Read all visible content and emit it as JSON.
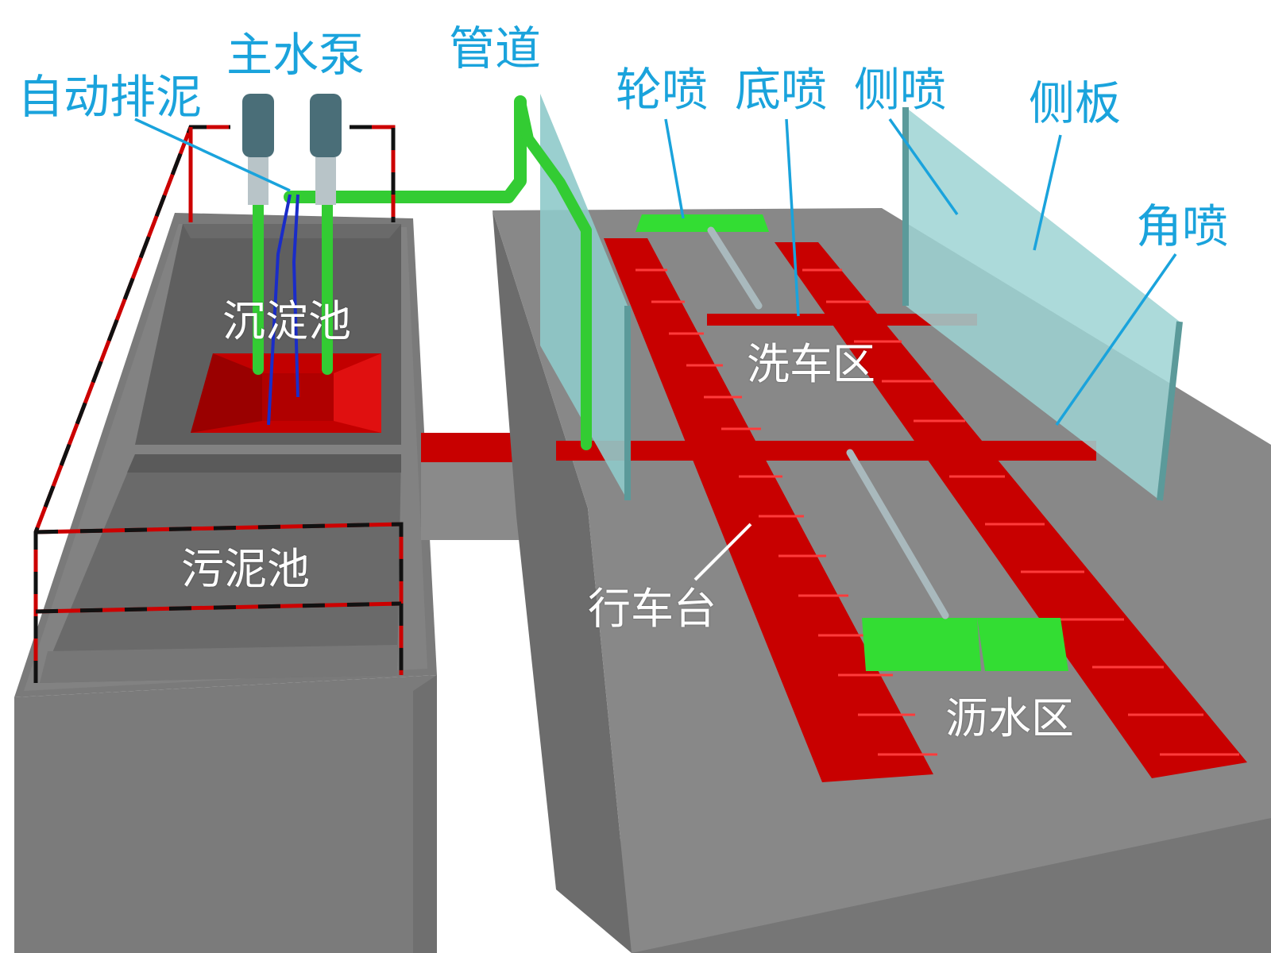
{
  "colors": {
    "callout_blue": "#1aa3dc",
    "zone_text_white": "#ffffff",
    "concrete": "#808080",
    "grating_red": "#d40000",
    "pipe_green": "#33cc33",
    "side_panel": "#8ec6c6"
  },
  "labels": {
    "main_pump": "主水泵",
    "pipeline": "管道",
    "auto_sludge_discharge": "自动排泥",
    "wheel_spray": "轮喷",
    "bottom_spray": "底喷",
    "side_spray": "侧喷",
    "side_panel": "侧板",
    "corner_spray": "角喷"
  },
  "zones": {
    "settling_tank": "沉淀池",
    "sludge_tank": "污泥池",
    "washing_zone": "洗车区",
    "driving_platform": "行车台",
    "draining_zone": "沥水区"
  }
}
